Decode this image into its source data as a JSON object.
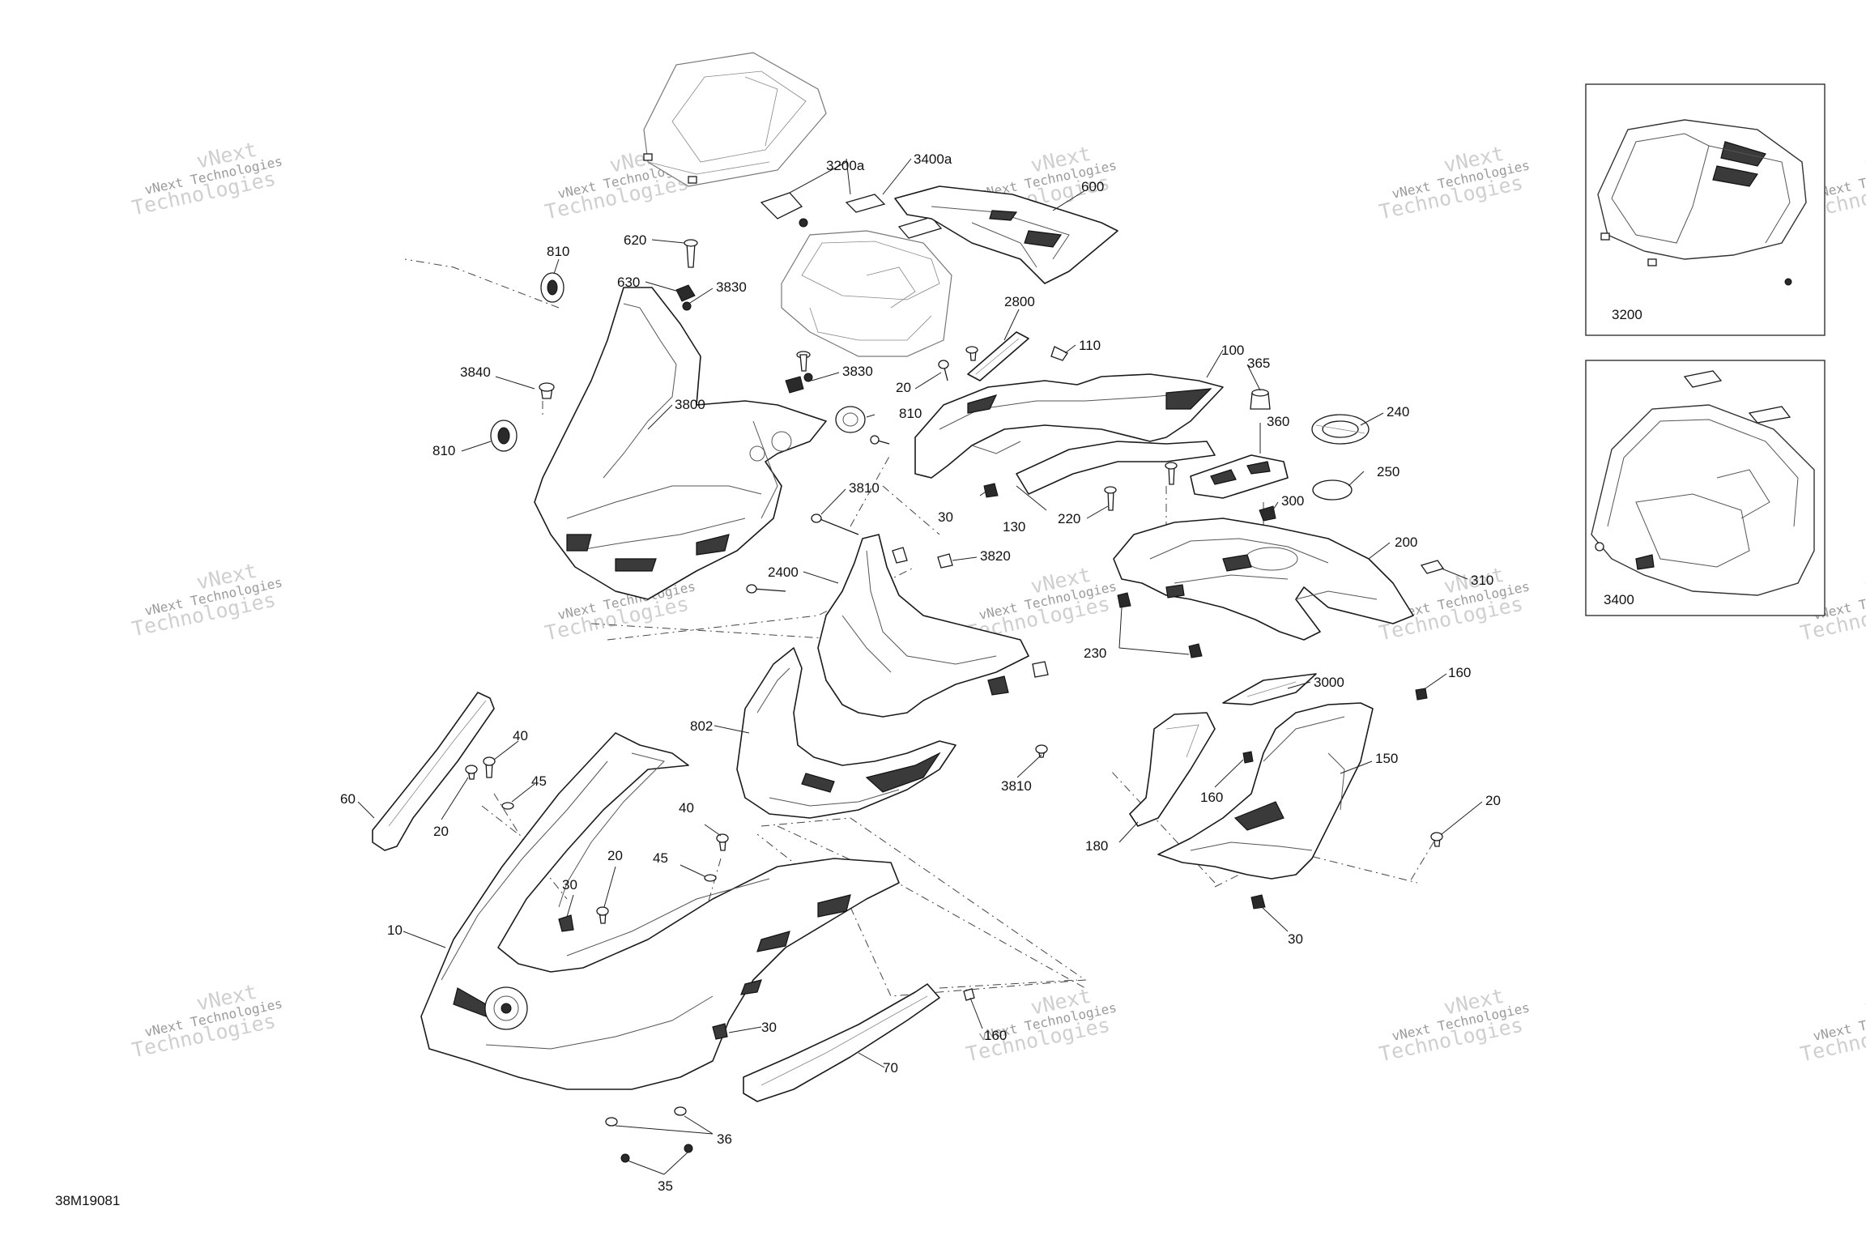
{
  "diagram_code": "38M19081",
  "watermark": {
    "line1": "vNext Technologies",
    "line2": "Technologies",
    "corner": "vNext"
  },
  "labels": {
    "l10": "10",
    "l20a": "20",
    "l20b": "20",
    "l20c": "20",
    "l20d": "20",
    "l30a": "30",
    "l30b": "30",
    "l30c": "30",
    "l30d": "30",
    "l35": "35",
    "l36": "36",
    "l40a": "40",
    "l40b": "40",
    "l45a": "45",
    "l45b": "45",
    "l60": "60",
    "l70": "70",
    "l100": "100",
    "l110": "110",
    "l130": "130",
    "l150": "150",
    "l160a": "160",
    "l160b": "160",
    "l160c": "160",
    "l180": "180",
    "l200": "200",
    "l220": "220",
    "l230": "230",
    "l240": "240",
    "l250": "250",
    "l300": "300",
    "l310": "310",
    "l360": "360",
    "l365": "365",
    "l600": "600",
    "l620": "620",
    "l630": "630",
    "l802": "802",
    "l810a": "810",
    "l810b": "810",
    "l810c": "810",
    "l2400": "2400",
    "l2800": "2800",
    "l3000": "3000",
    "l3200a": "3200a",
    "l3400a": "3400a",
    "l3800": "3800",
    "l3810a": "3810",
    "l3810b": "3810",
    "l3820": "3820",
    "l3830a": "3830",
    "l3830b": "3830",
    "l3840": "3840",
    "l3200": "3200",
    "l3400": "3400"
  }
}
